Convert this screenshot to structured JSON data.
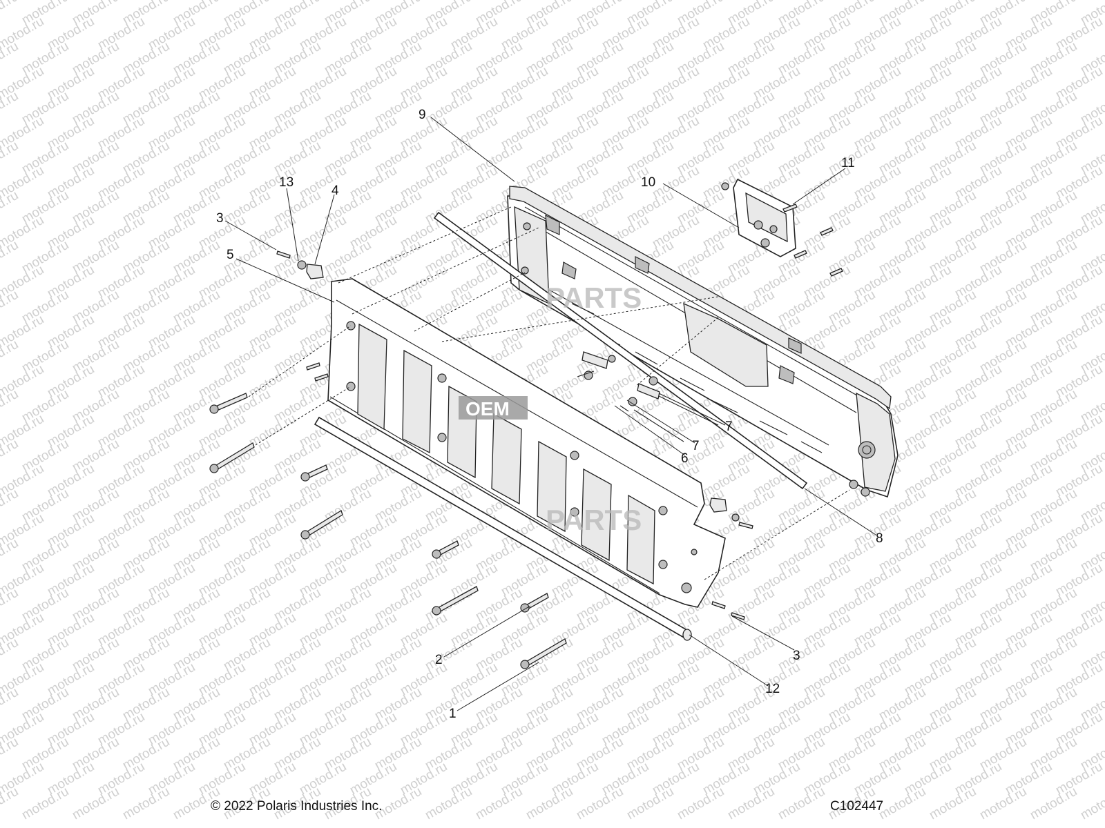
{
  "watermark": {
    "text": "motod.ru",
    "color": "#cfcfcf"
  },
  "center_watermarks": [
    "OEM",
    "PARTS",
    "PARTS"
  ],
  "callouts": [
    "1",
    "2",
    "3",
    "3",
    "4",
    "5",
    "6",
    "7",
    "7",
    "8",
    "9",
    "10",
    "11",
    "12",
    "13"
  ],
  "footer": {
    "copyright": "© 2022 Polaris Industries Inc.",
    "drawing_number": "C102447"
  }
}
